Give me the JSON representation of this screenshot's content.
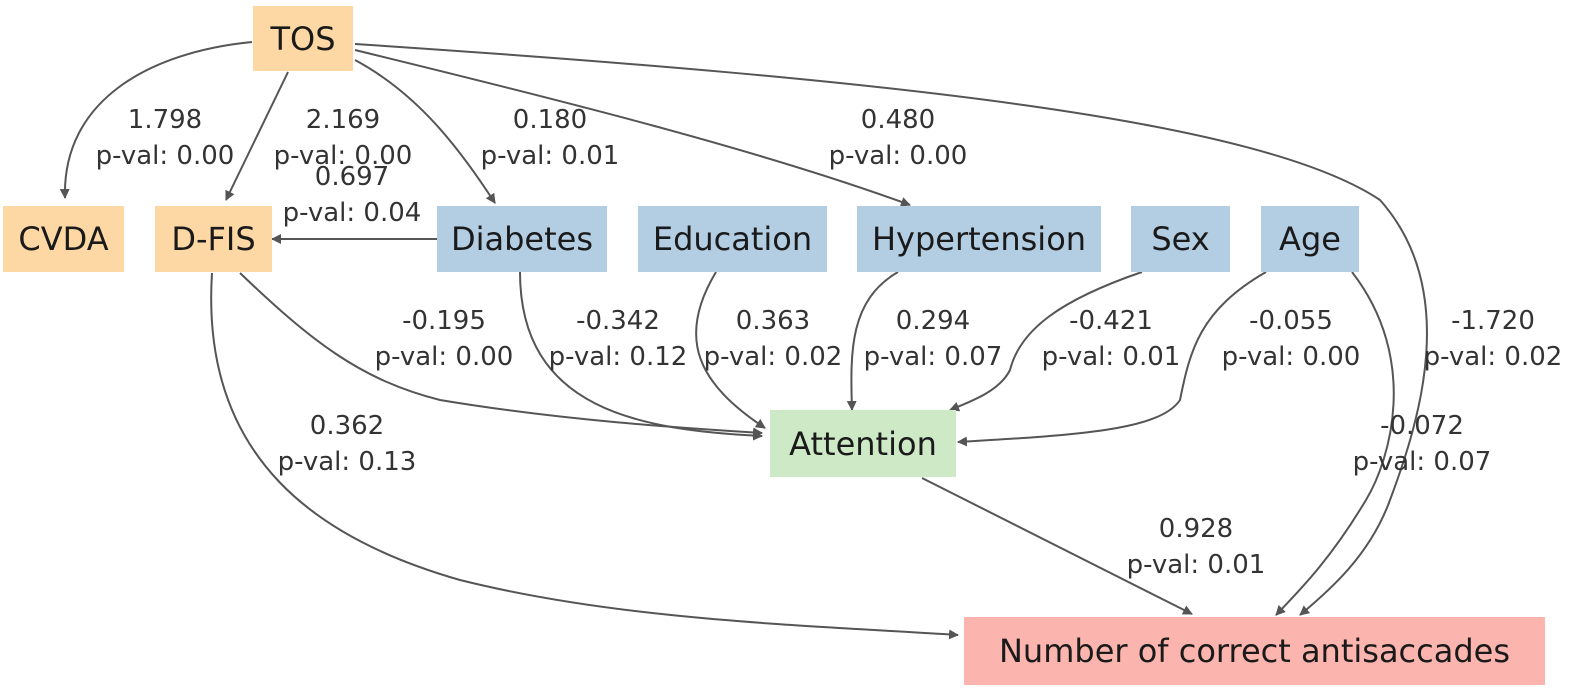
{
  "colors": {
    "exposure": "#fdd8a4",
    "covariate": "#b3cde3",
    "mediator": "#cde9c6",
    "outcome": "#fbb4ae",
    "edge": "#555555"
  },
  "nodes": {
    "tos": "TOS",
    "cvda": "CVDA",
    "dfis": "D-FIS",
    "diabetes": "Diabetes",
    "education": "Education",
    "hypertension": "Hypertension",
    "sex": "Sex",
    "age": "Age",
    "attention": "Attention",
    "antisaccades": "Number of correct antisaccades"
  },
  "edges": [
    {
      "from": "TOS",
      "to": "CVDA",
      "coef": "1.798",
      "pval": "p-val: 0.00"
    },
    {
      "from": "TOS",
      "to": "D-FIS",
      "coef": "2.169",
      "pval": "p-val: 0.00"
    },
    {
      "from": "TOS",
      "to": "Diabetes",
      "coef": "0.180",
      "pval": "p-val: 0.01"
    },
    {
      "from": "TOS",
      "to": "Hypertension",
      "coef": "0.480",
      "pval": "p-val: 0.00"
    },
    {
      "from": "TOS",
      "to": "Number of correct antisaccades",
      "coef": "-1.720",
      "pval": "p-val: 0.02"
    },
    {
      "from": "Diabetes",
      "to": "D-FIS",
      "coef": "0.697",
      "pval": "p-val: 0.04"
    },
    {
      "from": "D-FIS",
      "to": "Attention",
      "coef": "-0.195",
      "pval": "p-val: 0.00"
    },
    {
      "from": "Diabetes",
      "to": "Attention",
      "coef": "-0.342",
      "pval": "p-val: 0.12"
    },
    {
      "from": "Education",
      "to": "Attention",
      "coef": "0.363",
      "pval": "p-val: 0.02"
    },
    {
      "from": "Hypertension",
      "to": "Attention",
      "coef": "0.294",
      "pval": "p-val: 0.07"
    },
    {
      "from": "Sex",
      "to": "Attention",
      "coef": "-0.421",
      "pval": "p-val: 0.01"
    },
    {
      "from": "Age",
      "to": "Attention",
      "coef": "-0.055",
      "pval": "p-val: 0.00"
    },
    {
      "from": "D-FIS",
      "to": "Number of correct antisaccades",
      "coef": "0.362",
      "pval": "p-val: 0.13"
    },
    {
      "from": "Age",
      "to": "Number of correct antisaccades",
      "coef": "-0.072",
      "pval": "p-val: 0.07"
    },
    {
      "from": "Attention",
      "to": "Number of correct antisaccades",
      "coef": "0.928",
      "pval": "p-val: 0.01"
    }
  ]
}
